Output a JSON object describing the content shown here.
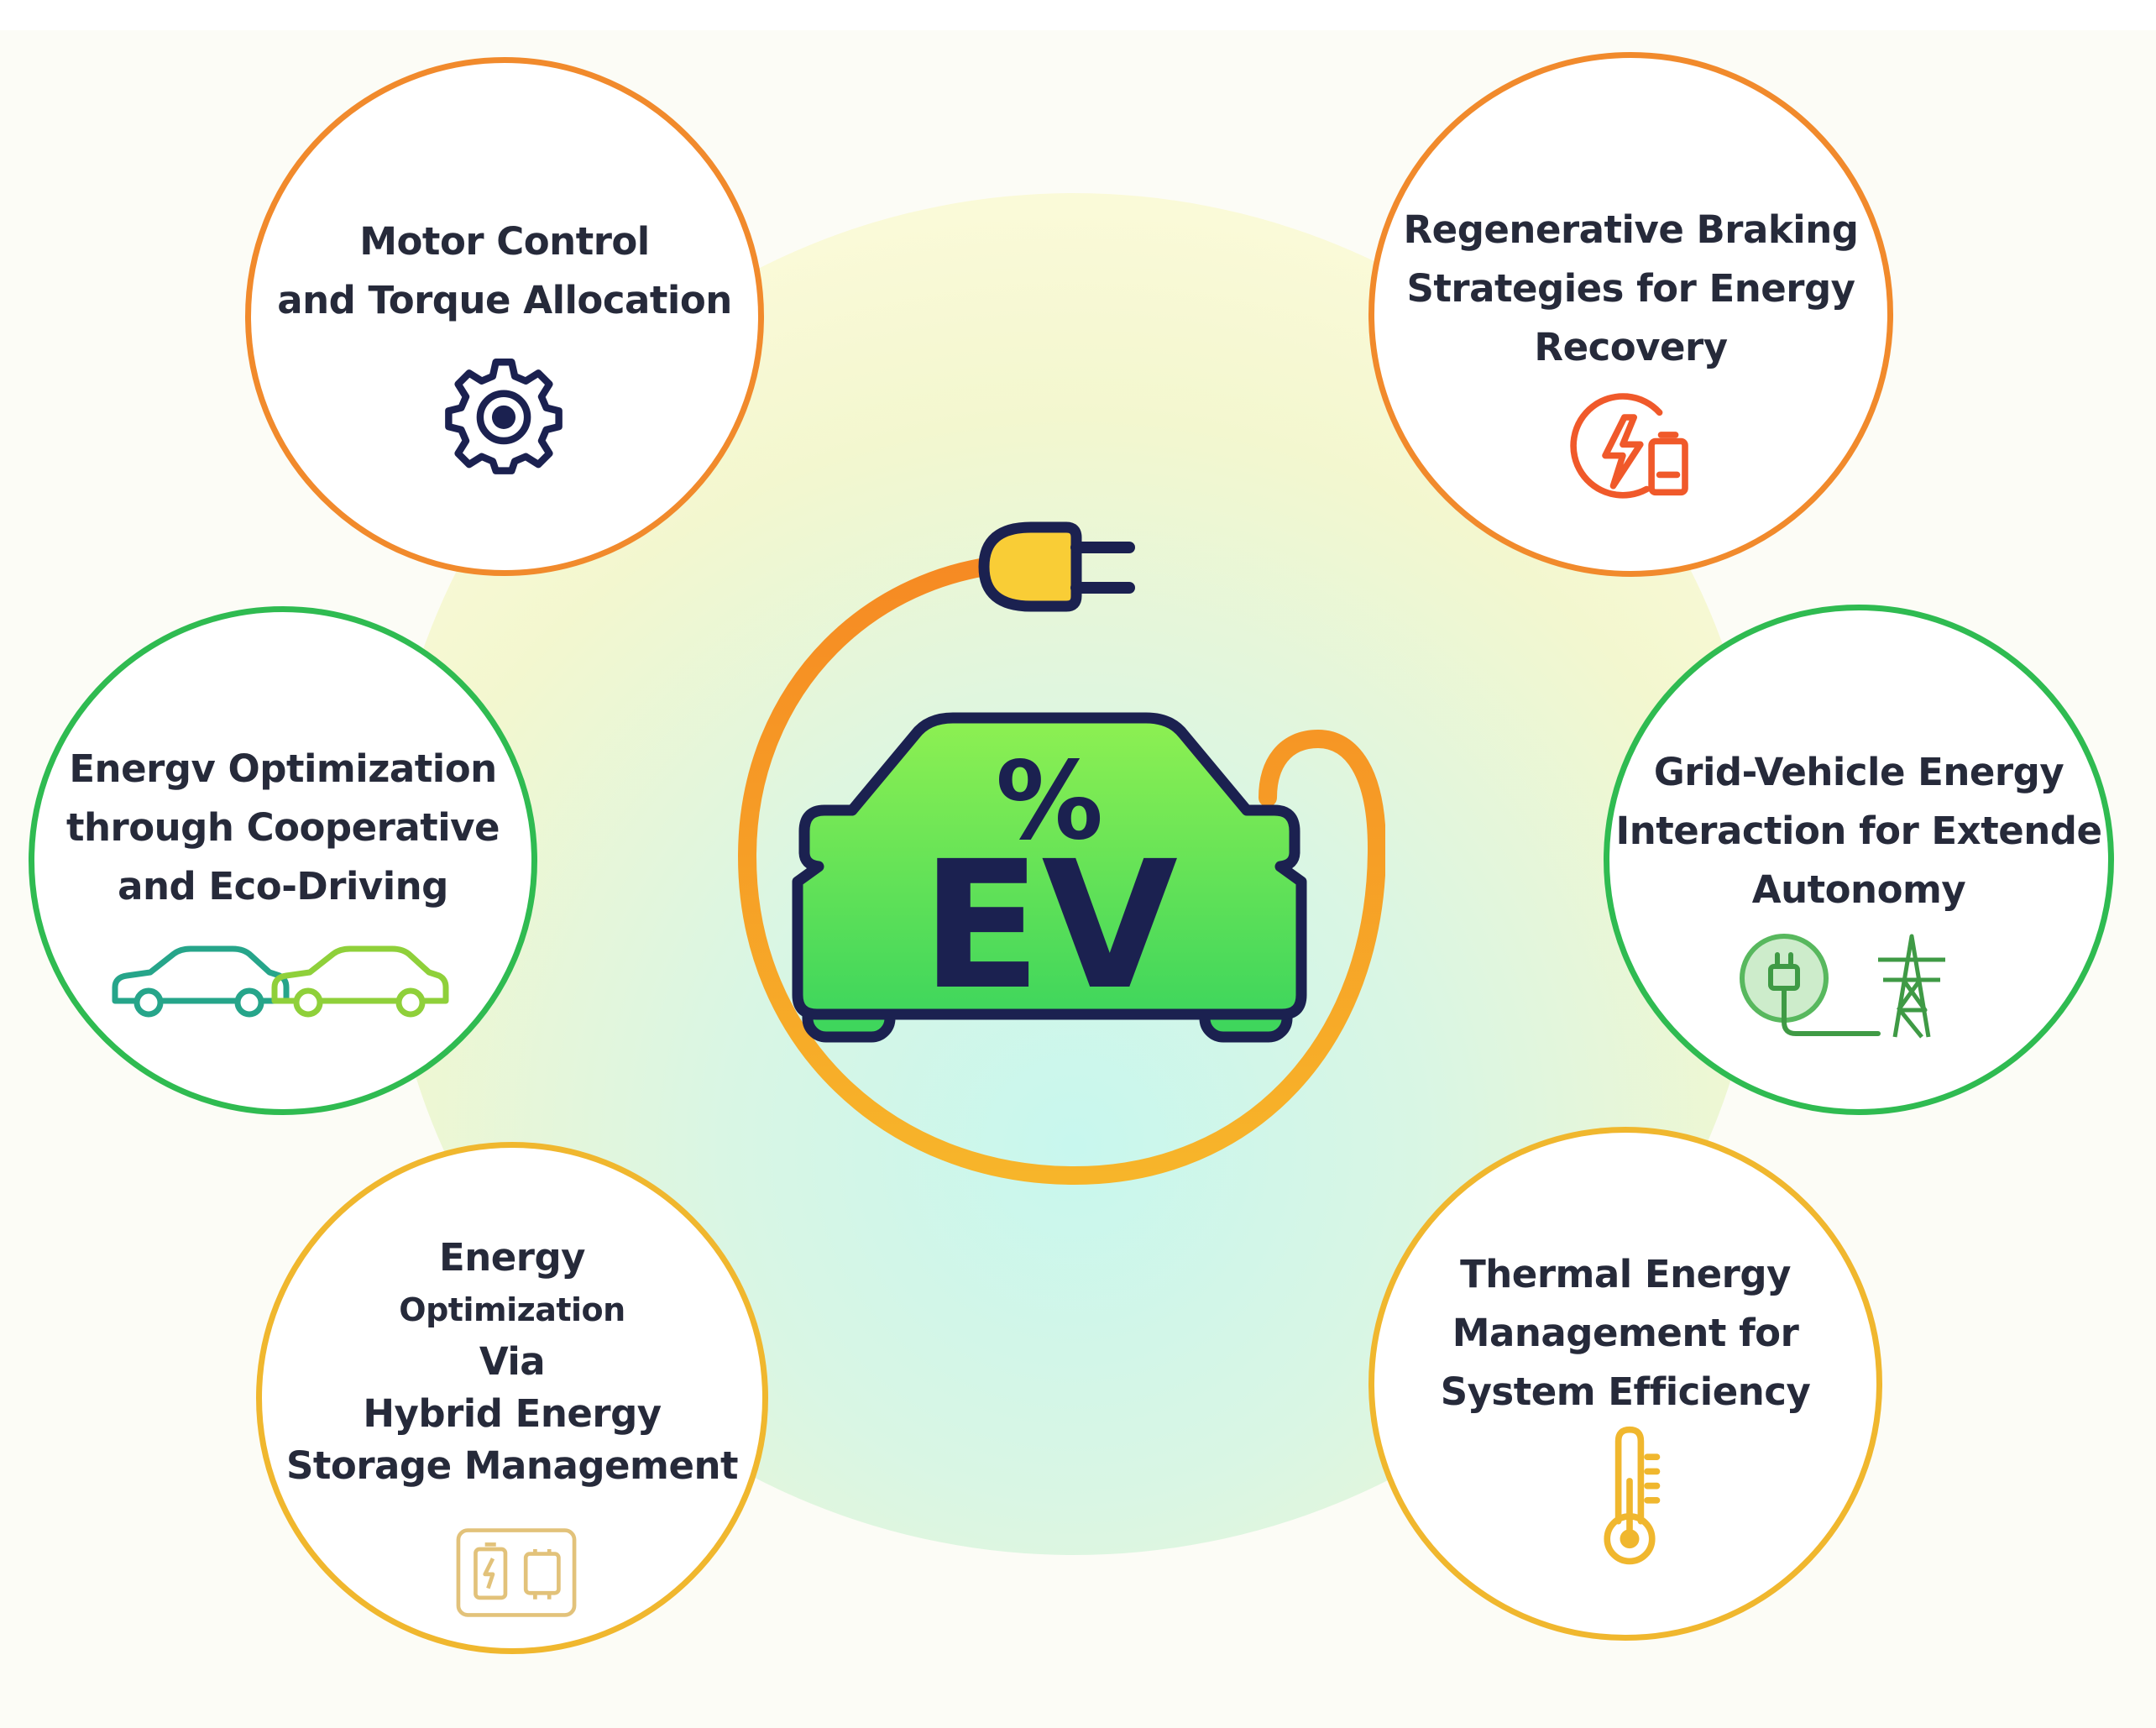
{
  "hub": {
    "percent": "%",
    "label": "EV"
  },
  "nodes": [
    {
      "id": "motor-control",
      "lines": [
        "Motor Control",
        "and Torque Allocation"
      ],
      "icon": "gear-icon",
      "color": "#f18a2c"
    },
    {
      "id": "regenerative-braking",
      "lines": [
        "Regenerative Braking",
        "Strategies for Energy",
        "Recovery"
      ],
      "icon": "lightning-battery-icon",
      "color": "#f18a2c"
    },
    {
      "id": "eco-driving",
      "lines": [
        "Energv Optimization",
        "through Cooperative",
        "and Eco-Driving"
      ],
      "icon": "two-cars-icon",
      "color": "#2fbb51"
    },
    {
      "id": "grid-vehicle",
      "lines": [
        "Grid-Vehicle Energy",
        "Interaction for Extende",
        "Autonomy"
      ],
      "icon": "plug-pylon-icon",
      "color": "#2fbb51"
    },
    {
      "id": "hybrid-storage",
      "lines": [
        "Energy",
        "Optimization",
        "Via",
        "Hybrid Energy",
        "Storage Management"
      ],
      "icon": "battery-storage-icon",
      "color": "#f0b72e"
    },
    {
      "id": "thermal-energy",
      "lines": [
        "Thermal Energy",
        "Management for",
        "System Efficiency"
      ],
      "icon": "thermometer-icon",
      "color": "#f0b72e"
    }
  ]
}
